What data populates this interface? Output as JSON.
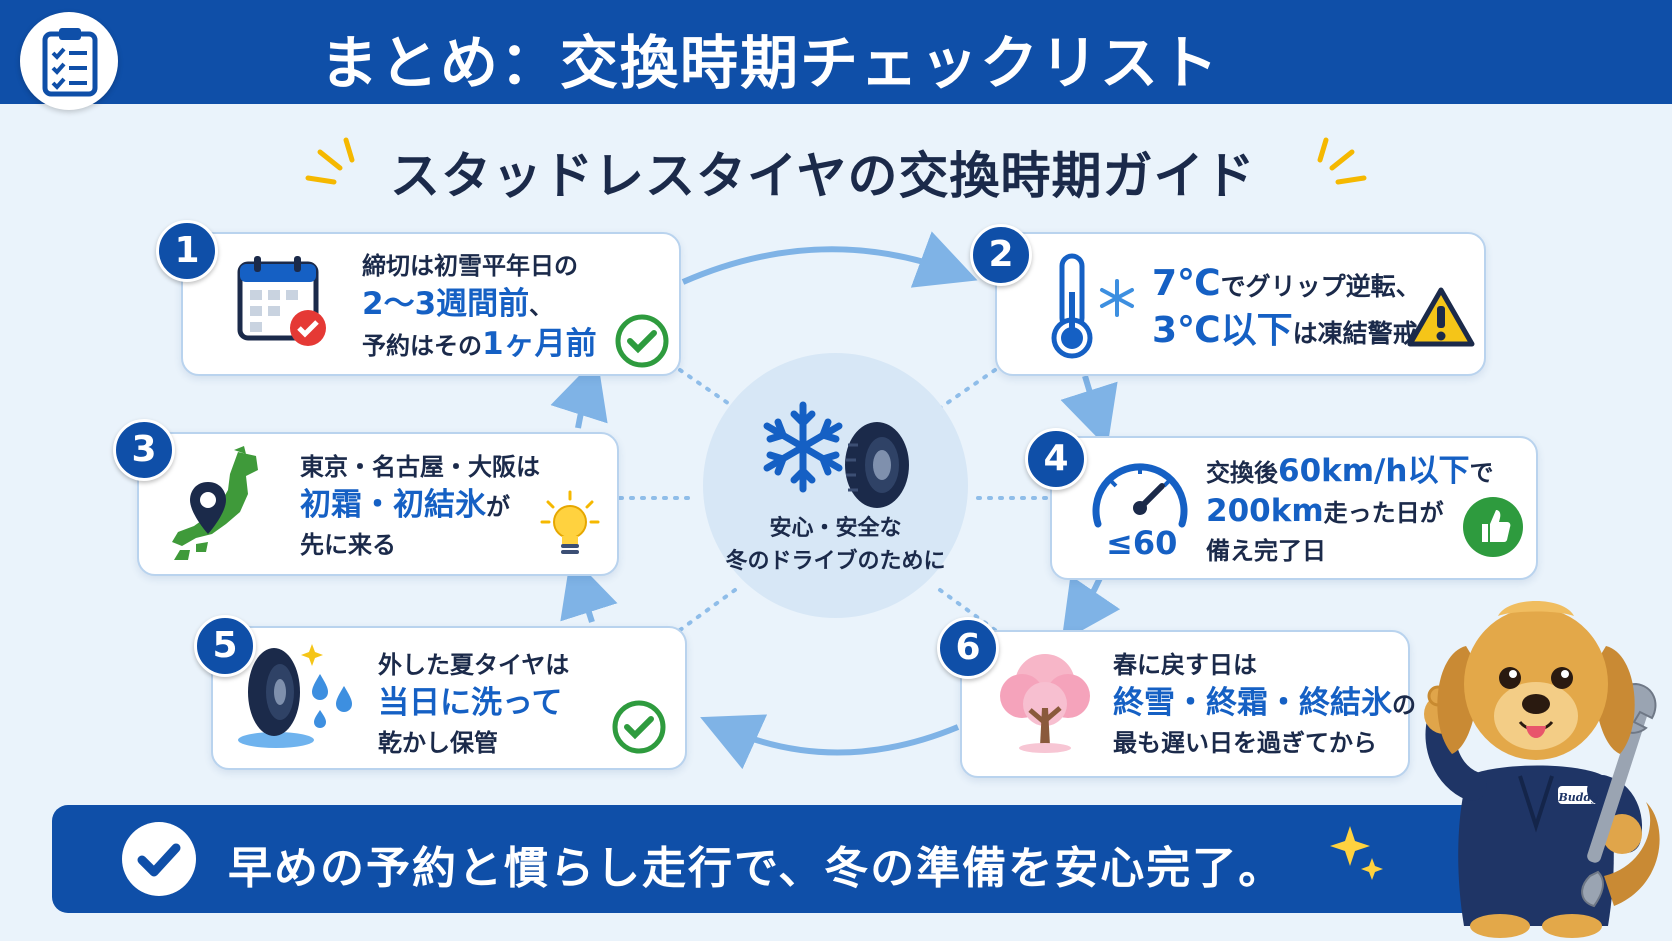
{
  "header": {
    "title": "まとめ：交換時期チェックリスト",
    "icon": "clipboard-checklist-icon"
  },
  "subtitle": "スタッドレスタイヤの交換時期ガイド",
  "center": {
    "line1": "安心・安全な",
    "line2": "冬のドライブのために",
    "icons": [
      "snowflake-icon",
      "tire-icon"
    ]
  },
  "items": [
    {
      "number": "1",
      "line1": "締切は初雪平年日の",
      "line2_hl": "2〜3週間前",
      "line2_rest": "、",
      "line3_a": "予約はその",
      "line3_hl": "1ヶ月前",
      "icons": [
        "calendar-icon",
        "check-icon"
      ]
    },
    {
      "number": "2",
      "line1_hl": "7℃",
      "line1_rest": "でグリップ逆転、",
      "line2_hl": "3℃以下",
      "line2_rest": "は凍結警戒",
      "icons": [
        "thermometer-icon",
        "snowflake-icon",
        "warning-icon"
      ]
    },
    {
      "number": "3",
      "line1": "東京・名古屋・大阪は",
      "line2_hl": "初霜・初結氷",
      "line2_rest": "が",
      "line3": "先に来る",
      "icons": [
        "japan-map-icon",
        "location-pin-icon",
        "light-bulb-icon"
      ]
    },
    {
      "number": "4",
      "line1_a": "交換後",
      "line1_hl": "60km/h以下",
      "line1_rest": "で",
      "line2_hl": "200km",
      "line2_rest": "走った日が",
      "line3": "備え完了日",
      "gauge_label": "≤60",
      "icons": [
        "speedometer-icon",
        "thumbs-up-icon"
      ]
    },
    {
      "number": "5",
      "line1": "外した夏タイヤは",
      "line2_hl": "当日に洗って",
      "line3": "乾かし保管",
      "icons": [
        "wet-tire-icon",
        "check-icon"
      ]
    },
    {
      "number": "6",
      "line1": "春に戻す日は",
      "line2_hl": "終雪・終霜・終結氷",
      "line2_rest": "の",
      "line3": "最も遅い日を過ぎてから",
      "icons": [
        "cherry-blossom-tree-icon"
      ]
    }
  ],
  "footer": {
    "text": "早めの予約と慣らし走行で、冬の準備を安心完了。",
    "icon": "check-icon"
  },
  "mascot": {
    "badge": "Buddy",
    "icons": [
      "dog-mechanic-icon",
      "wrench-icon"
    ]
  },
  "colors": {
    "primary": "#0f4fa8",
    "highlight": "#1560c4",
    "background": "#eaf3fb",
    "success": "#2e9b3e",
    "warning": "#f5c518"
  }
}
